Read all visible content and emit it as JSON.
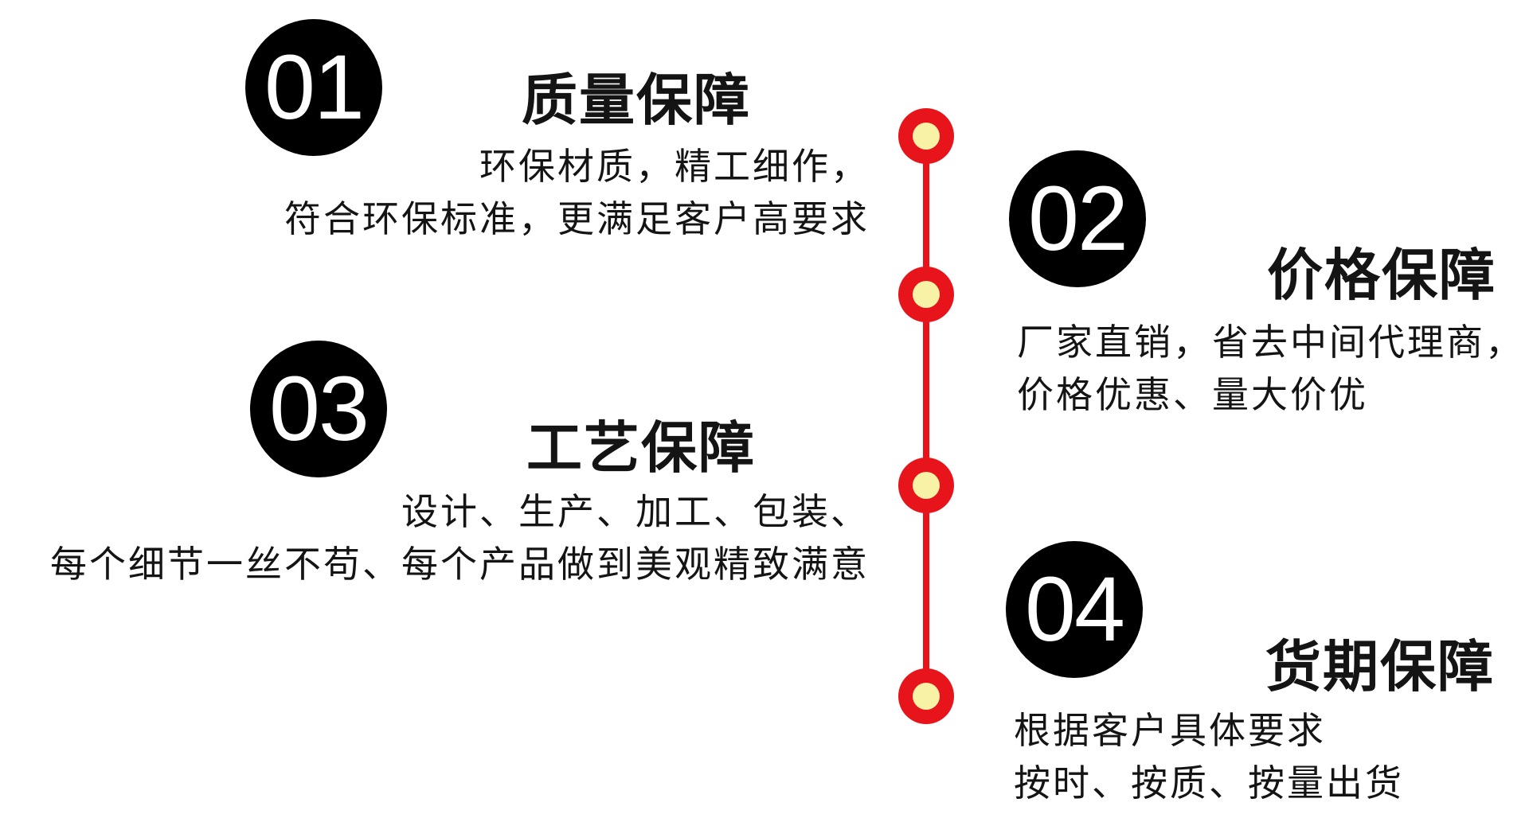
{
  "items": [
    {
      "number": "01",
      "title": "质量保障",
      "lines": [
        "环保材质，精工细作，",
        "符合环保标准，更满足客户高要求"
      ]
    },
    {
      "number": "02",
      "title": "价格保障",
      "lines": [
        "厂家直销，省去中间代理商，",
        "价格优惠、量大价优"
      ]
    },
    {
      "number": "03",
      "title": "工艺保障",
      "lines": [
        "设计、生产、加工、包装、",
        "每个细节一丝不苟、每个产品做到美观精致满意"
      ]
    },
    {
      "number": "04",
      "title": "货期保障",
      "lines": [
        "根据客户具体要求",
        "按时、按质、按量出货"
      ]
    }
  ],
  "colors": {
    "timeline": "#e8141b",
    "dot_center": "#f8f2a6",
    "badge": "#000000",
    "badge_text": "#ffffff",
    "text": "#141414"
  }
}
